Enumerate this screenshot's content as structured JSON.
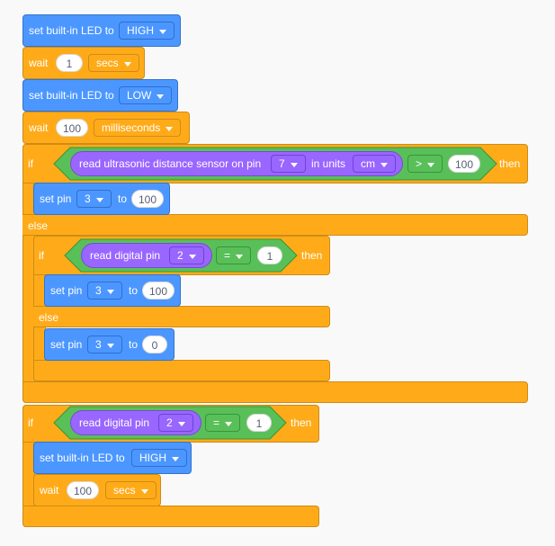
{
  "labels": {
    "set_led": "set built-in LED to",
    "wait": "wait",
    "if": "if",
    "then": "then",
    "else": "else",
    "set_pin": "set pin",
    "to": "to",
    "read_ultrasonic": "read ultrasonic distance sensor on pin",
    "in_units": "in units",
    "read_digital": "read digital pin"
  },
  "blocks": {
    "b1": {
      "state": "HIGH"
    },
    "b2": {
      "value": "1",
      "unit": "secs"
    },
    "b3": {
      "state": "LOW"
    },
    "b4": {
      "value": "100",
      "unit": "milliseconds"
    },
    "if1": {
      "sensor_pin": "7",
      "units": "cm",
      "operator": ">",
      "compare": "100",
      "then_pin": "3",
      "then_value": "100",
      "inner_if": {
        "pin": "2",
        "operator": "=",
        "compare": "1",
        "then_pin": "3",
        "then_value": "100",
        "else_pin": "3",
        "else_value": "0"
      }
    },
    "if2": {
      "pin": "2",
      "operator": "=",
      "compare": "1",
      "led_state": "HIGH",
      "wait_value": "100",
      "wait_unit": "secs"
    }
  },
  "colors": {
    "motion_blue": "#4c97ff",
    "control_orange": "#ffab19",
    "operator_green": "#59c059",
    "sensing_purple": "#9966ff",
    "background": "#f9f9f9"
  }
}
